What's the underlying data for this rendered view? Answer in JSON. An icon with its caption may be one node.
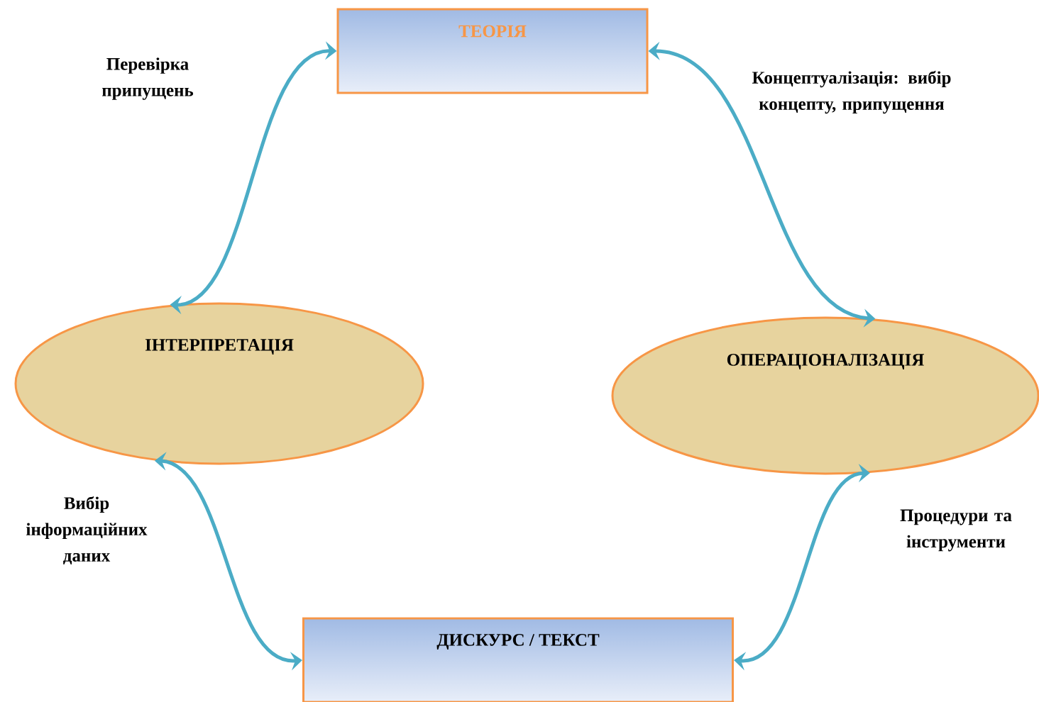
{
  "diagram": {
    "nodes": [
      {
        "text": [
          "ТЕОРІЯ"
        ]
      },
      {
        "text": [
          "ІНТЕРПРЕТАЦІЯ"
        ]
      },
      {
        "text": [
          "ОПЕРАЦІОНАЛІЗАЦІЯ"
        ]
      },
      {
        "text": [
          "ДИСКУРС / ТЕКСТ"
        ]
      }
    ],
    "edges": [
      {
        "from": 0,
        "to": 1,
        "arrow": "both",
        "label": "Перевірка припущень"
      },
      {
        "from": 0,
        "to": 2,
        "arrow": "both",
        "label": "Концептуалізація: вибір концепту, припущення"
      },
      {
        "from": 1,
        "to": 3,
        "arrow": "both",
        "label": "Вибір інформаційних даних"
      },
      {
        "from": 2,
        "to": 3,
        "arrow": "both",
        "label": "Процедури та інструменти"
      }
    ]
  }
}
